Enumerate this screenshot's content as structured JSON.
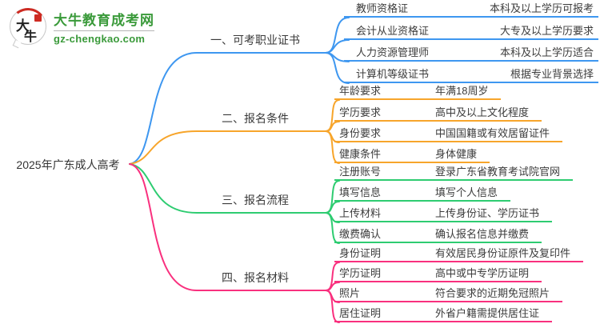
{
  "logo": {
    "icon_char_1": "大",
    "icon_char_2": "牛",
    "title": "大牛教育成考网",
    "domain": "gz-chengkao.com",
    "brand_green": "#3a9a3a",
    "seal_red": "#ce2b22"
  },
  "root": {
    "label": "2025年广东成人高考"
  },
  "branches": [
    {
      "label": "一、可考职业证书",
      "color": "#3e97f0",
      "items": [
        {
          "label": "教师资格证",
          "value": "本科及以上学历可报考"
        },
        {
          "label": "会计从业资格证",
          "value": "大专及以上学历要求"
        },
        {
          "label": "人力资源管理师",
          "value": "本科及以上学历适合"
        },
        {
          "label": "计算机等级证书",
          "value": "根据专业背景选择"
        }
      ]
    },
    {
      "label": "二、报名条件",
      "color": "#f7a52b",
      "items": [
        {
          "label": "年龄要求",
          "value": "年满18周岁"
        },
        {
          "label": "学历要求",
          "value": "高中及以上文化程度"
        },
        {
          "label": "身份要求",
          "value": "中国国籍或有效居留证件"
        },
        {
          "label": "健康条件",
          "value": "身体健康"
        }
      ]
    },
    {
      "label": "三、报名流程",
      "color": "#2ecc71",
      "items": [
        {
          "label": "注册账号",
          "value": "登录广东省教育考试院官网"
        },
        {
          "label": "填写信息",
          "value": "填写个人信息"
        },
        {
          "label": "上传材料",
          "value": "上传身份证、学历证书"
        },
        {
          "label": "缴费确认",
          "value": "确认报名信息并缴费"
        }
      ]
    },
    {
      "label": "四、报名材料",
      "color": "#f9307e",
      "items": [
        {
          "label": "身份证明",
          "value": "有效居民身份证原件及复印件"
        },
        {
          "label": "学历证明",
          "value": "高中或中专学历证明"
        },
        {
          "label": "照片",
          "value": "符合要求的近期免冠照片"
        },
        {
          "label": "居住证明",
          "value": "外省户籍需提供居住证"
        }
      ]
    }
  ]
}
